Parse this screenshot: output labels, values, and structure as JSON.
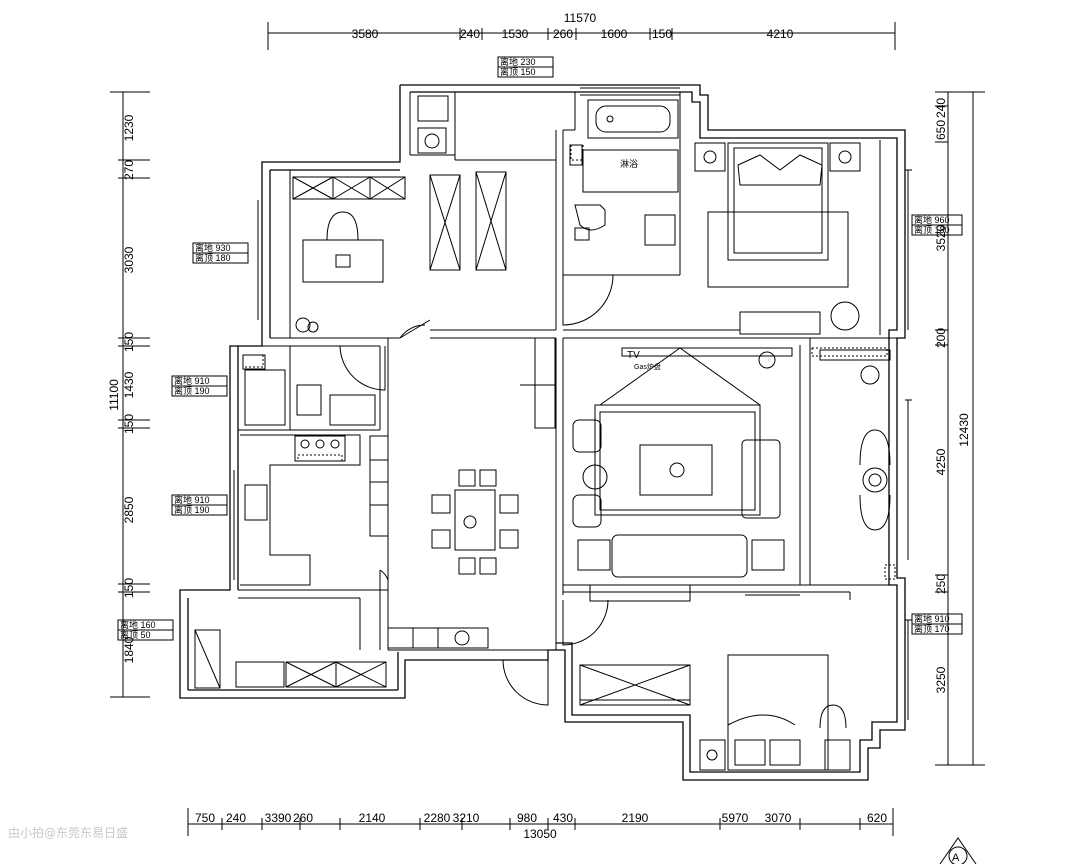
{
  "dims": {
    "top": [
      "11570",
      "3580",
      "240",
      "1530",
      "260",
      "1600",
      "150",
      "4210"
    ],
    "bottom": [
      "13050",
      "750",
      "240",
      "3390",
      "260",
      "2140",
      "2280",
      "3210",
      "980",
      "430",
      "2190",
      "5970",
      "3070",
      "620"
    ],
    "left": [
      "11100",
      "1230",
      "270",
      "3030",
      "150",
      "1430",
      "150",
      "2850",
      "150",
      "1840"
    ],
    "right": [
      "12430",
      "240",
      "650",
      "3520",
      "200",
      "4250",
      "250",
      "3250"
    ]
  },
  "tags": {
    "t1": {
      "a": "离地 230",
      "b": "离顶 150"
    },
    "t2": {
      "a": "离地 930",
      "b": "离顶 180"
    },
    "t3": {
      "a": "离地 960",
      "b": "离顶 180"
    },
    "t4": {
      "a": "离地 910",
      "b": "离顶 190"
    },
    "t5": {
      "a": "离地 910",
      "b": "离顶 190"
    },
    "t6": {
      "a": "离地 160",
      "b": "离顶 50"
    },
    "t7": {
      "a": "离地 910",
      "b": "离顶 170"
    }
  },
  "labels": {
    "shower": "淋浴",
    "tv": "TV",
    "tv_sub": "Gas炉盘",
    "north": "A"
  },
  "watermark": "由小拍@东莞东易日盛",
  "colors": {
    "line": "#000000",
    "watermark": "#c8c8c8"
  }
}
